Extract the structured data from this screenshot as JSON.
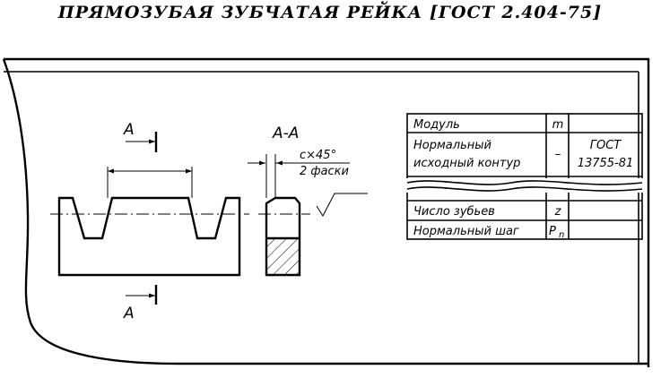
{
  "title": "ПРЯМОЗУБАЯ ЗУБЧАТАЯ РЕЙКА [ГОСТ 2.404-75]",
  "section_marker": "А",
  "section_view_label": "А-А",
  "chamfer": {
    "line1": "c×45°",
    "line2": "2 фаски"
  },
  "parameters_table": {
    "rows": [
      {
        "name": "Модуль",
        "symbol": "m",
        "value": ""
      },
      {
        "name_line1": "Нормальный",
        "name_line2": "исходный контур",
        "symbol": "–",
        "value_line1": "ГОСТ",
        "value_line2": "13755-81"
      },
      {
        "name": "Число зубьев",
        "symbol": "z",
        "value": ""
      },
      {
        "name": "Нормальный шаг",
        "symbol": "P",
        "symbol_sub": "n",
        "value": ""
      }
    ]
  }
}
